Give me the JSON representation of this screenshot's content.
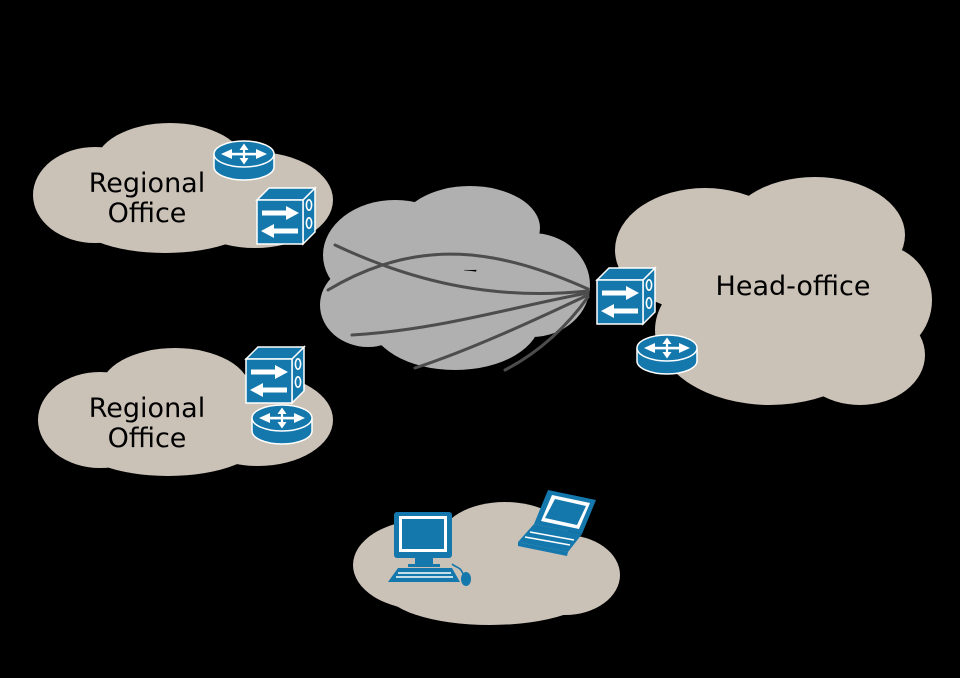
{
  "diagram": {
    "background_color": "#000000",
    "colors": {
      "office_cloud_fill": "#cac1b7",
      "wan_cloud_fill": "#b0b0b0",
      "wan_link_stroke": "#4d4d4d",
      "device_fill": "#1478ad",
      "device_detail": "#ffffff",
      "label_color": "#000000"
    },
    "sites": {
      "regional_office_top": {
        "label": "Regional\nOffice",
        "devices": [
          "router",
          "switch"
        ]
      },
      "regional_office_bottom": {
        "label": "Regional\nOffice",
        "devices": [
          "switch",
          "router"
        ]
      },
      "head_office": {
        "label": "Head-office",
        "devices": [
          "switch",
          "router"
        ]
      },
      "user_site": {
        "label": "",
        "devices": [
          "desktop-pc",
          "laptop"
        ]
      },
      "wan_cloud": {
        "label": "",
        "link_count": 5
      }
    }
  }
}
